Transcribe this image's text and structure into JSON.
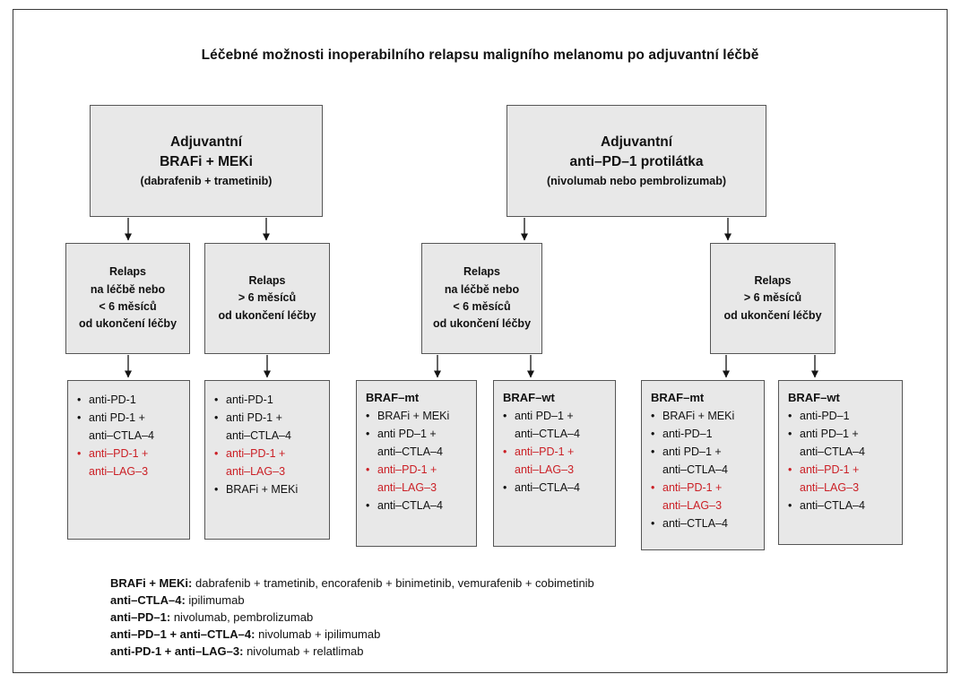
{
  "title": "Léčebné možnosti inoperabilního relapsu maligního melanomu po adjuvantní léčbě",
  "colors": {
    "box_fill": "#e8e8e8",
    "box_border": "#565656",
    "highlight_red": "#cb2026"
  },
  "top_boxes": [
    {
      "line1": "Adjuvantní",
      "line2": "BRAFi + MEKi",
      "line3": "(dabrafenib + trametinib)"
    },
    {
      "line1": "Adjuvantní",
      "line2": "anti–PD–1 protilátka",
      "line3": "(nivolumab nebo pembrolizumab)"
    }
  ],
  "relapse_boxes": [
    {
      "lines": [
        "Relaps",
        "na léčbě nebo",
        "< 6 měsíců",
        "od ukončení léčby"
      ]
    },
    {
      "lines": [
        "Relaps",
        "> 6 měsíců",
        "od ukončení léčby"
      ]
    },
    {
      "lines": [
        "Relaps",
        "na léčbě nebo",
        "< 6 měsíců",
        "od ukončení léčby"
      ]
    },
    {
      "lines": [
        "Relaps",
        "> 6 měsíců",
        "od ukončení léčby"
      ]
    }
  ],
  "option_boxes": [
    {
      "header": "",
      "items": [
        {
          "text": "anti-PD-1",
          "red": false
        },
        {
          "text": "anti PD-1 +\nanti–CTLA–4",
          "red": false
        },
        {
          "text": "anti–PD-1 +\nanti–LAG–3",
          "red": true
        }
      ]
    },
    {
      "header": "",
      "items": [
        {
          "text": "anti-PD-1",
          "red": false
        },
        {
          "text": "anti PD-1 +\nanti–CTLA–4",
          "red": false
        },
        {
          "text": "anti–PD-1 +\nanti–LAG–3",
          "red": true
        },
        {
          "text": "BRAFi + MEKi",
          "red": false
        }
      ]
    },
    {
      "header": "BRAF–mt",
      "items": [
        {
          "text": "BRAFi + MEKi",
          "red": false
        },
        {
          "text": "anti PD–1 +\nanti–CTLA–4",
          "red": false
        },
        {
          "text": "anti–PD-1 +\nanti–LAG–3",
          "red": true
        },
        {
          "text": "anti–CTLA–4",
          "red": false
        }
      ]
    },
    {
      "header": "BRAF–wt",
      "items": [
        {
          "text": "anti PD–1 +\nanti–CTLA–4",
          "red": false
        },
        {
          "text": "anti–PD-1 +\nanti–LAG–3",
          "red": true
        },
        {
          "text": "anti–CTLA–4",
          "red": false
        }
      ]
    },
    {
      "header": "BRAF–mt",
      "items": [
        {
          "text": "BRAFi + MEKi",
          "red": false
        },
        {
          "text": "anti-PD–1",
          "red": false
        },
        {
          "text": "anti PD–1 +\nanti–CTLA–4",
          "red": false
        },
        {
          "text": "anti–PD-1 +\nanti–LAG–3",
          "red": true
        },
        {
          "text": "anti–CTLA–4",
          "red": false
        }
      ]
    },
    {
      "header": "BRAF–wt",
      "items": [
        {
          "text": "anti-PD–1",
          "red": false
        },
        {
          "text": "anti PD–1 +\nanti–CTLA–4",
          "red": false
        },
        {
          "text": "anti–PD-1 +\nanti–LAG–3",
          "red": true
        },
        {
          "text": "anti–CTLA–4",
          "red": false
        }
      ]
    }
  ],
  "legend": [
    {
      "term": "BRAFi + MEKi:",
      "definition": "dabrafenib + trametinib, encorafenib + binimetinib, vemurafenib + cobimetinib"
    },
    {
      "term": "anti–CTLA–4:",
      "definition": "ipilimumab"
    },
    {
      "term": "anti–PD–1:",
      "definition": "nivolumab, pembrolizumab"
    },
    {
      "term": "anti–PD–1 + anti–CTLA–4:",
      "definition": "nivolumab + ipilimumab"
    },
    {
      "term": "anti-PD-1 + anti–LAG–3:",
      "definition": "nivolumab + relatlimab"
    }
  ]
}
